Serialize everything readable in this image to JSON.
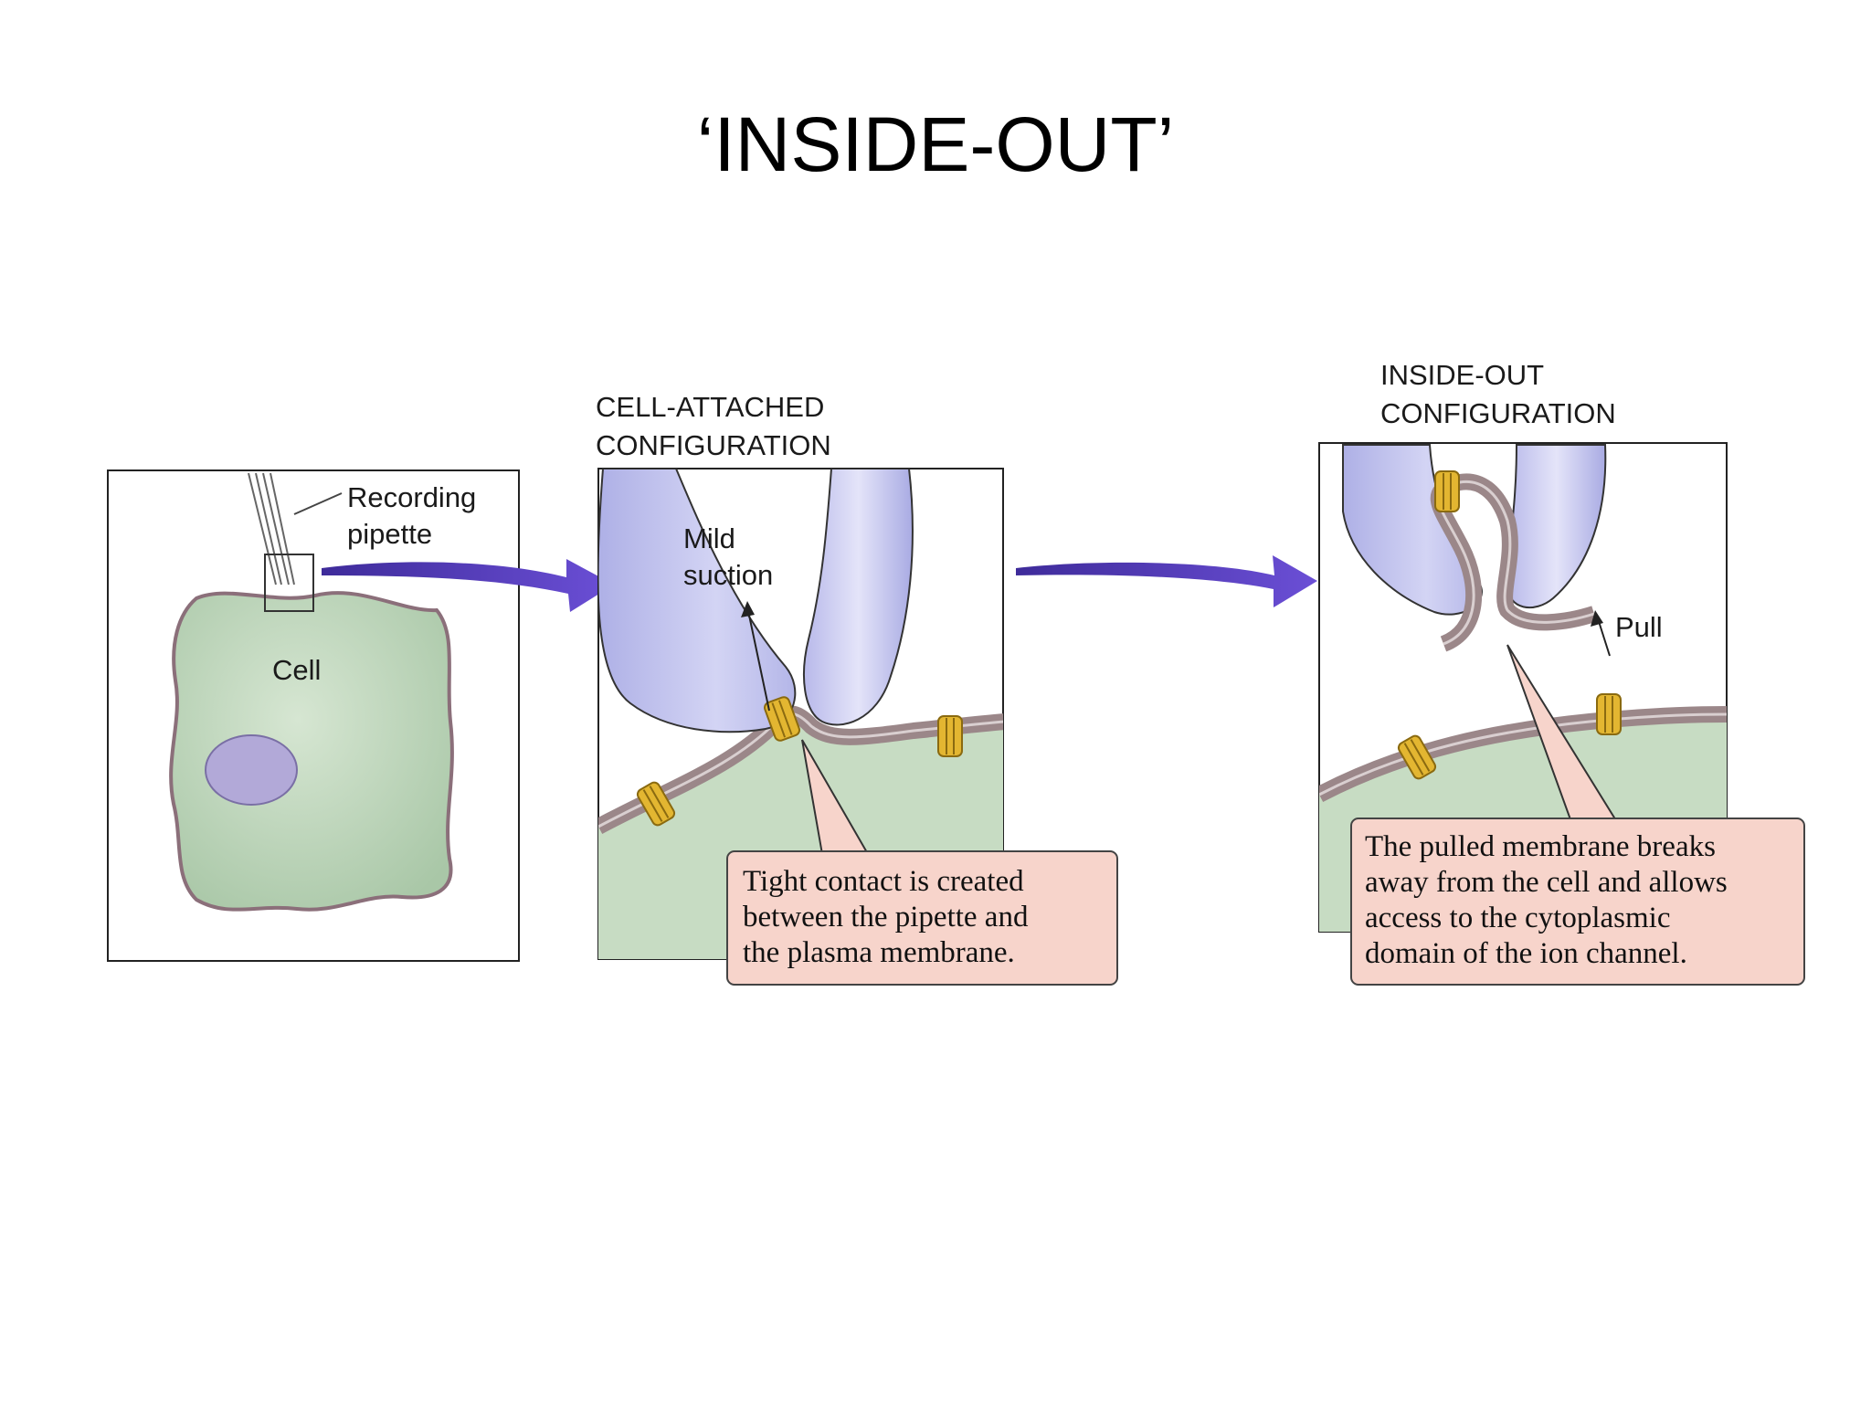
{
  "slide": {
    "title": "‘INSIDE-OUT’"
  },
  "panel1": {
    "pipette_label_1": "Recording",
    "pipette_label_2": "pipette",
    "cell_label": "Cell"
  },
  "panel2": {
    "heading_1": "CELL-ATTACHED",
    "heading_2": "CONFIGURATION",
    "suction_1": "Mild",
    "suction_2": "suction",
    "caption": [
      "Tight contact is created",
      "between the pipette and",
      "the plasma membrane."
    ]
  },
  "panel3": {
    "heading_1": "INSIDE-OUT",
    "heading_2": "CONFIGURATION",
    "pull_label": "Pull",
    "caption": [
      "The pulled membrane  breaks",
      "away from the cell and allows",
      "access to the cytoplasmic",
      "domain of the ion channel."
    ]
  },
  "colors": {
    "cell_fill": "#c7dcc3",
    "nucleus": "#b2a9d8",
    "pipette_glass": "#c9c8ec",
    "membrane": "#9b8789",
    "channel": "#e3b631",
    "arrow": "#5b3fc1",
    "caption_box": "#f7d4cb"
  }
}
